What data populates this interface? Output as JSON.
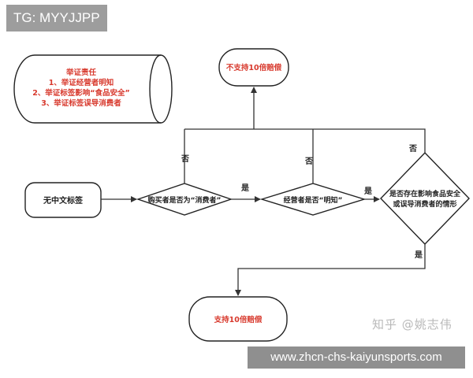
{
  "overlay": {
    "tag": "TG: MYYJJPP",
    "zhihu_mark": "知乎 @姚志伟",
    "url": "www.zhcn-chs-kaiyunsports.com"
  },
  "burden": {
    "title": "举证责任",
    "line1": "1、举证经营者明知",
    "line2": "2、举证标签影响“食品安全”",
    "line3": "3、举证标签误导消费者"
  },
  "nodes": {
    "no_label": "无中文标签",
    "consumer": "购买者是否为“消费者”",
    "operator": "经营者是否“明知”",
    "safety_line1": "是否存在影响食品安全",
    "safety_line2": "或误导消费者的情形",
    "not_support": "不支持10倍赔偿",
    "support": "支持10倍赔偿"
  },
  "edges": {
    "yes": "是",
    "no": "否"
  },
  "colors": {
    "red_text": "#d83a2e",
    "line": "#333333"
  }
}
